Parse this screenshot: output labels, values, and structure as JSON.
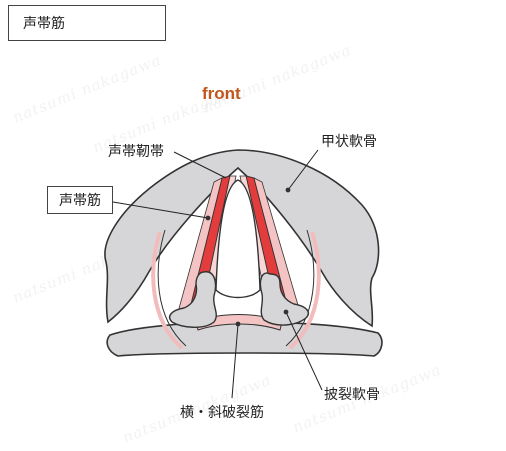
{
  "header": {
    "title": "声帯筋"
  },
  "orientation_label": "front",
  "labels": {
    "vocal_ligament": "声帯靭帯",
    "vocalis_muscle": "声帯筋",
    "thyroid_cartilage": "甲状軟骨",
    "arytenoid_cartilage": "披裂軟骨",
    "transverse_oblique_arytenoid": "横・斜破裂筋"
  },
  "watermark": "natsumi nakagawa",
  "colors": {
    "cartilage": "#d6d6d8",
    "muscle": "#e23c3c",
    "muscle_light": "#f4c3c3",
    "outline": "#333333",
    "accent": "#c0561b"
  }
}
